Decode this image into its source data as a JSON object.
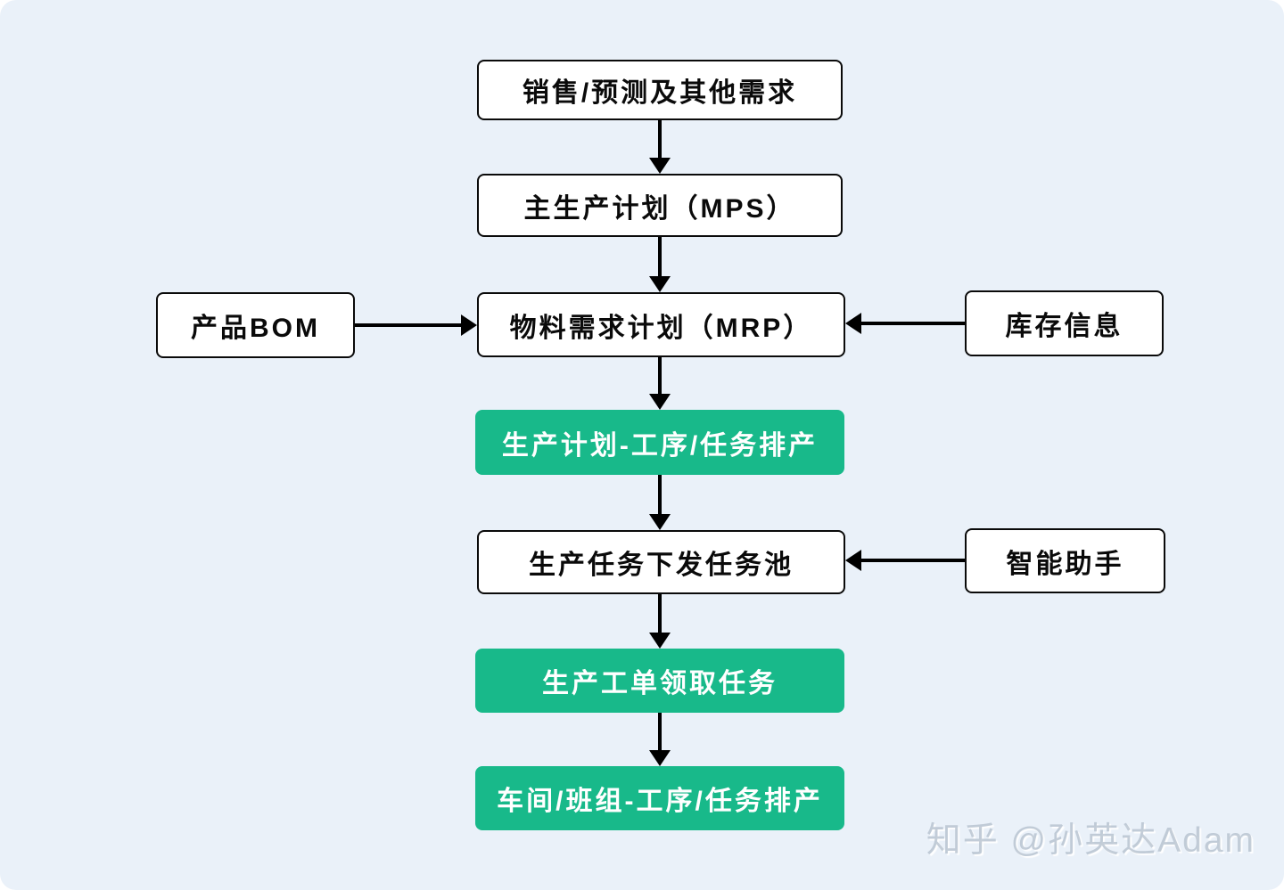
{
  "page": {
    "background": "#eaf1f9",
    "watermark": "知乎 @孙英达Adam"
  },
  "colors": {
    "canvas_background": "#eaf1f9",
    "plain_node_background": "#ffffff",
    "plain_node_border": "#0a0a0a",
    "accent_node_background": "#18b98a",
    "accent_node_text": "#ffffff",
    "arrow": "#000000",
    "watermark_text": "#b2bdcb"
  },
  "flowchart": {
    "nodes": [
      {
        "id": "sales-forecast-demand",
        "label": "销售/预测及其他需求",
        "type": "plain"
      },
      {
        "id": "mps",
        "label": "主生产计划（MPS）",
        "type": "plain"
      },
      {
        "id": "product-bom",
        "label": "产品BOM",
        "type": "plain"
      },
      {
        "id": "mrp",
        "label": "物料需求计划（MRP）",
        "type": "plain"
      },
      {
        "id": "inventory-info",
        "label": "库存信息",
        "type": "plain"
      },
      {
        "id": "plan-process-task-scheduling",
        "label": "生产计划-工序/任务排产",
        "type": "accent"
      },
      {
        "id": "task-pool",
        "label": "生产任务下发任务池",
        "type": "plain"
      },
      {
        "id": "smart-assistant",
        "label": "智能助手",
        "type": "plain"
      },
      {
        "id": "work-order-claim-task",
        "label": "生产工单领取任务",
        "type": "accent"
      },
      {
        "id": "workshop-team-scheduling",
        "label": "车间/班组-工序/任务排产",
        "type": "accent"
      }
    ],
    "edges": [
      {
        "from": "sales-forecast-demand",
        "to": "mps",
        "direction": "down"
      },
      {
        "from": "mps",
        "to": "mrp",
        "direction": "down"
      },
      {
        "from": "product-bom",
        "to": "mrp",
        "direction": "right"
      },
      {
        "from": "inventory-info",
        "to": "mrp",
        "direction": "left"
      },
      {
        "from": "mrp",
        "to": "plan-process-task-scheduling",
        "direction": "down"
      },
      {
        "from": "plan-process-task-scheduling",
        "to": "task-pool",
        "direction": "down"
      },
      {
        "from": "smart-assistant",
        "to": "task-pool",
        "direction": "left"
      },
      {
        "from": "task-pool",
        "to": "work-order-claim-task",
        "direction": "down"
      },
      {
        "from": "work-order-claim-task",
        "to": "workshop-team-scheduling",
        "direction": "down"
      }
    ]
  }
}
